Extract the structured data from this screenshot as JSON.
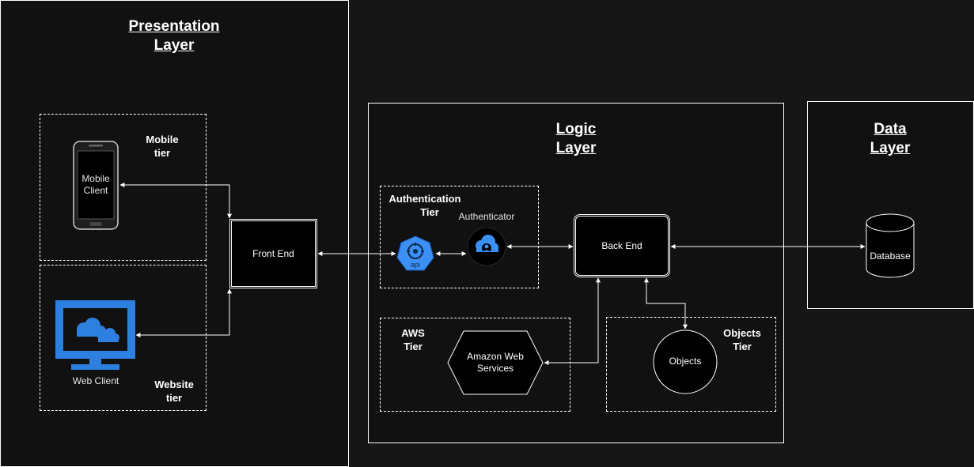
{
  "layers": {
    "presentation": {
      "line1": "Presentation",
      "line2": "Layer"
    },
    "logic": {
      "line1": "Logic",
      "line2": "Layer"
    },
    "data": {
      "line1": "Data",
      "line2": "Layer"
    }
  },
  "tiers": {
    "mobile": {
      "line1": "Mobile",
      "line2": "tier"
    },
    "website": {
      "line1": "Website",
      "line2": "tier"
    },
    "authentication": {
      "line1": "Authentication",
      "line2": "Tier"
    },
    "aws": {
      "line1": "AWS",
      "line2": "Tier"
    },
    "objects": {
      "line1": "Objects",
      "line2": "Tier"
    }
  },
  "nodes": {
    "mobile_client": {
      "line1": "Mobile",
      "line2": "Client"
    },
    "web_client": "Web Client",
    "front_end": "Front End",
    "api_label": "api",
    "authenticator": "Authenticator",
    "back_end": "Back End",
    "aws": {
      "line1": "Amazon Web",
      "line2": "Services"
    },
    "objects": "Objects",
    "database": "Database"
  },
  "colors": {
    "background": "#161616",
    "panel": "#111111",
    "stroke": "#ffffff",
    "icon_blue": "#2d7fe0",
    "api_blue": "#3b8ff5"
  }
}
